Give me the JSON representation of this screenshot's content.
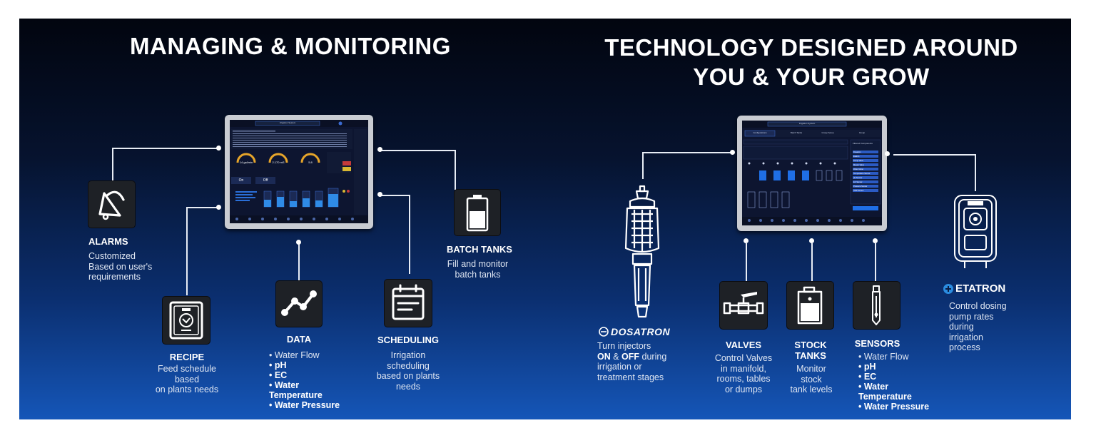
{
  "headings": {
    "left": "MANAGING & MONITORING",
    "right_line1": "TECHNOLOGY DESIGNED AROUND",
    "right_line2": "YOU & YOUR GROW"
  },
  "features_left": {
    "alarms": {
      "title": "ALARMS",
      "lines": [
        "Customized",
        "Based on user's",
        "requirements"
      ]
    },
    "recipe": {
      "title": "RECIPE",
      "lines": [
        "Feed schedule",
        "based",
        "on plants needs"
      ]
    },
    "data": {
      "title": "DATA",
      "items": [
        "• Water Flow",
        "• pH",
        "• EC",
        "• Water",
        "Temperature",
        "• Water Pressure"
      ]
    },
    "scheduling": {
      "title": "SCHEDULING",
      "lines": [
        "Irrigation",
        "scheduling",
        "based on plants",
        "needs"
      ]
    },
    "batch_tanks": {
      "title": "BATCH TANKS",
      "lines": [
        "Fill and monitor",
        "batch tanks"
      ]
    }
  },
  "features_right": {
    "dosatron": {
      "brand": "DOSATRON",
      "line1_a": "Turn injectors",
      "line2_on": "ON",
      "line2_amp": " & ",
      "line2_off": "OFF",
      "line2_rest": " during",
      "line3": "irrigation or",
      "line4": "treatment stages"
    },
    "valves": {
      "title": "VALVES",
      "lines": [
        "Control Valves",
        "in manifold,",
        "rooms, tables",
        "or dumps"
      ]
    },
    "stock_tanks": {
      "title_line1": "STOCK",
      "title_line2": "TANKS",
      "lines": [
        "Monitor",
        "stock",
        "tank levels"
      ]
    },
    "sensors": {
      "title": "SENSORS",
      "items": [
        "• Water Flow",
        "• pH",
        "• EC",
        "• Water",
        "Temperature",
        "• Water Pressure"
      ]
    },
    "etatron": {
      "brand": "ETATRON",
      "lines": [
        "Control dosing",
        "pump rates",
        "during",
        "irrigation",
        "process"
      ]
    }
  },
  "tablet_left": {
    "app_name": "Irrigation System",
    "gauge_values": [
      "14 gal/min",
      "2.170 mS",
      "5.8"
    ],
    "buttons": [
      "On",
      "Off"
    ]
  },
  "tablet_right": {
    "app_name": "Irrigation System",
    "tabs": [
      "Configurations",
      "Batch Tanks",
      "Group Setup",
      "Group"
    ],
    "side_panel_title": "Filtered Components",
    "side_items": [
      "Dosatron",
      "Etatron",
      "Dump Valve",
      "Master Valve",
      "Water Meter",
      "Temperature Sensor",
      "pH Sensor",
      "EC Sensor",
      "Pressure Sensor",
      "ORP Sensor"
    ]
  },
  "colors": {
    "accent_blue": "#1f6fe6",
    "panel_top": "#02050f",
    "panel_bottom": "#1556b8"
  }
}
